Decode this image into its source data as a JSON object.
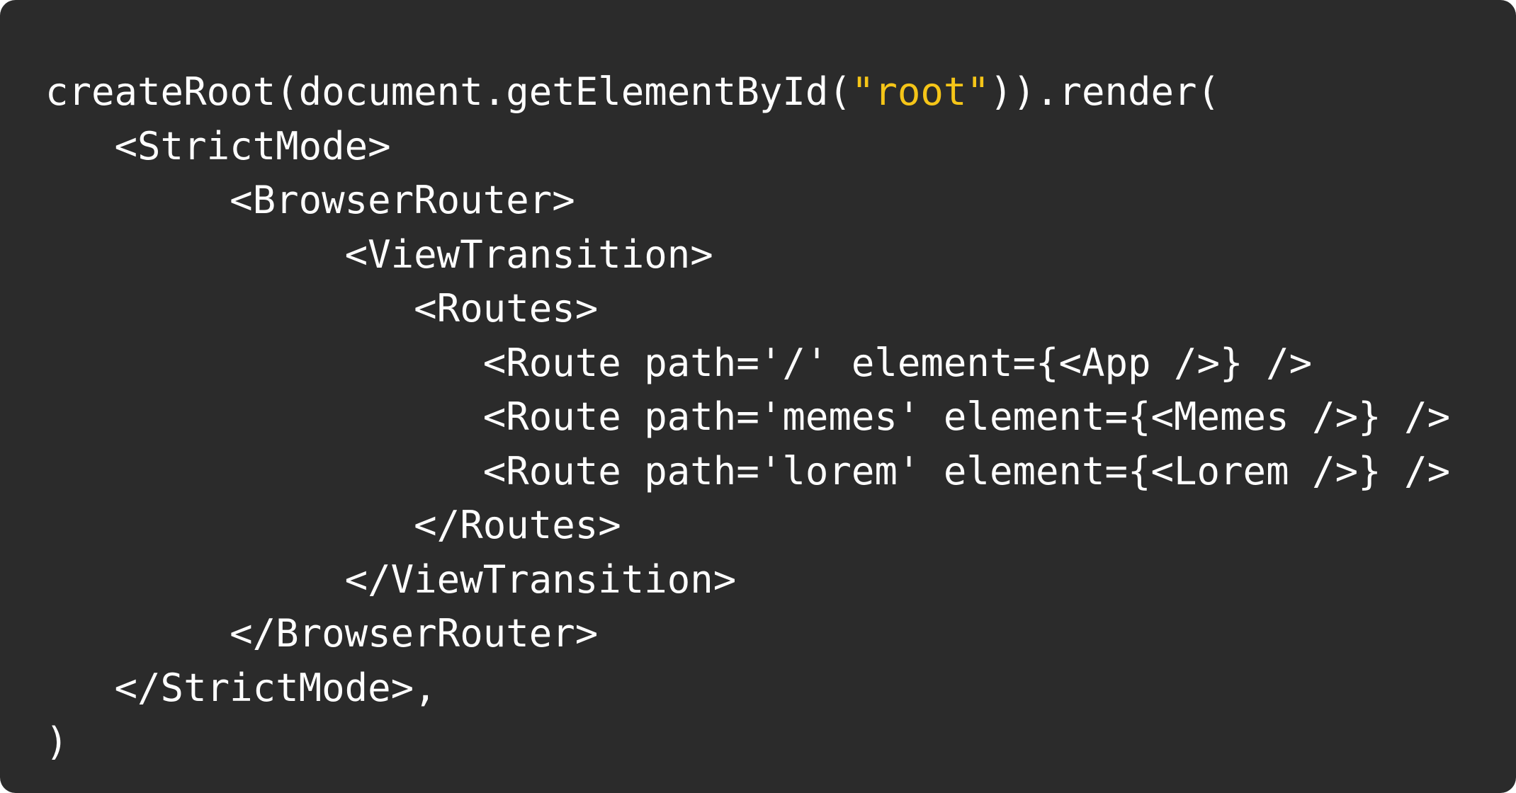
{
  "theme": {
    "background": "#2b2b2b",
    "text_color": "#ffffff",
    "string_color": "#f5c518"
  },
  "code": {
    "line1": {
      "before": "createRoot(document.getElementById(",
      "string": "\"root\"",
      "after": ")).render("
    },
    "line2": "   <StrictMode>",
    "line3": "        <BrowserRouter>",
    "line4": "             <ViewTransition>",
    "line5": "                <Routes>",
    "line6": "                   <Route path='/' element={<App />} />",
    "line7": "                   <Route path='memes' element={<Memes />} />",
    "line8": "                   <Route path='lorem' element={<Lorem />} />",
    "line9": "                </Routes>",
    "line10": "             </ViewTransition>",
    "line11": "        </BrowserRouter>",
    "line12": "   </StrictMode>,",
    "line13": ")"
  }
}
